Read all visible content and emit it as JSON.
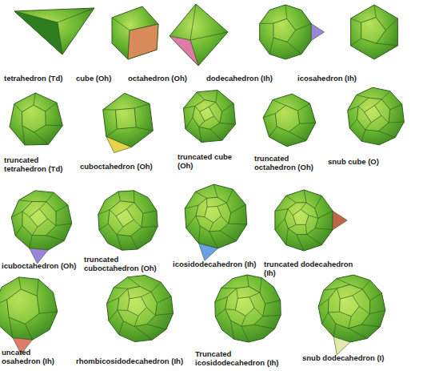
{
  "diagram": {
    "labels": [
      "tetrahedron (Td)",
      "cube (Oh)",
      "octahedron (Oh)",
      "dodecahedron (Ih)",
      "icosahedron (Ih)",
      "truncated tetrahedron (Td)",
      "cuboctahedron (Oh)",
      "truncated cube (Oh)",
      "truncated octahedron (Oh)",
      "snub cube (O)",
      "icuboctahedron (Oh)",
      "truncated cuboctahedron (Oh)",
      "icosidodecahedron (Ih)",
      "truncated dodecahedron (Ih)",
      "uncated osahedron (Ih)",
      "rhombicosidodecahedron (Ih)",
      "Truncated icosidodecahedron (Ih)",
      "snub dodecahedron (I)"
    ]
  }
}
